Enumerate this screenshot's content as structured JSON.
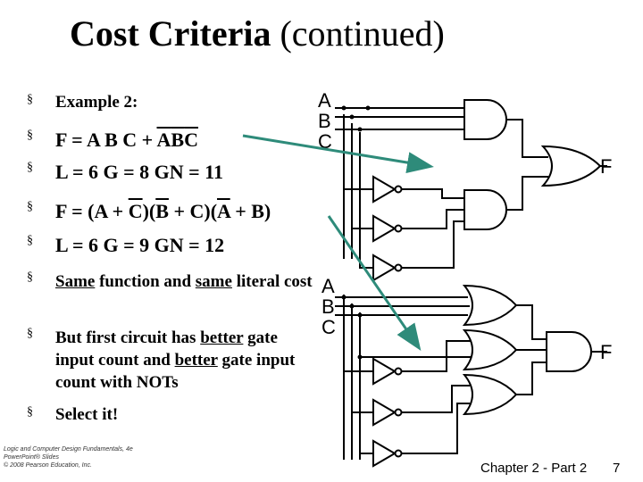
{
  "title": {
    "main": "Cost Criteria",
    "suffix": " (continued)"
  },
  "bullets": {
    "b1": "Example 2:",
    "b2": {
      "p1": "F = A B C + ",
      "a": "A",
      "b": "B",
      "c": "C"
    },
    "b3": "L =  6  G = 8 GN = 11",
    "b4": {
      "p1": "F = (A + ",
      "c1": "C",
      "p2": ")(",
      "b1": "B",
      "p3": " + C)(",
      "a1": "A",
      "p4": " + B)"
    },
    "b5": "L = 6  G = 9 GN = 12",
    "b6": {
      "w1": "Same",
      "m": " function and ",
      "w2": "same",
      "rest": " literal cost"
    },
    "b7": {
      "p1": "But first circuit has ",
      "w1": "better",
      "p2": " gate input count and ",
      "w2": "better",
      "p3": " gate input count with NOTs"
    },
    "b8": "Select it!"
  },
  "marker": "§",
  "circuit1": {
    "in_a": "A",
    "in_b": "B",
    "in_c": "C",
    "out": "F"
  },
  "circuit2": {
    "in_a": "A",
    "in_b": "B",
    "in_c": "C",
    "out": "F"
  },
  "footer": {
    "left_lines": [
      "Logic and Computer Design Fundamentals, 4e",
      "PowerPoint® Slides",
      "© 2008 Pearson Education, Inc."
    ],
    "chapter": "Chapter 2 - Part 2",
    "page": "7"
  },
  "colors": {
    "arrow": "#2e8b7a",
    "text": "#000000"
  }
}
